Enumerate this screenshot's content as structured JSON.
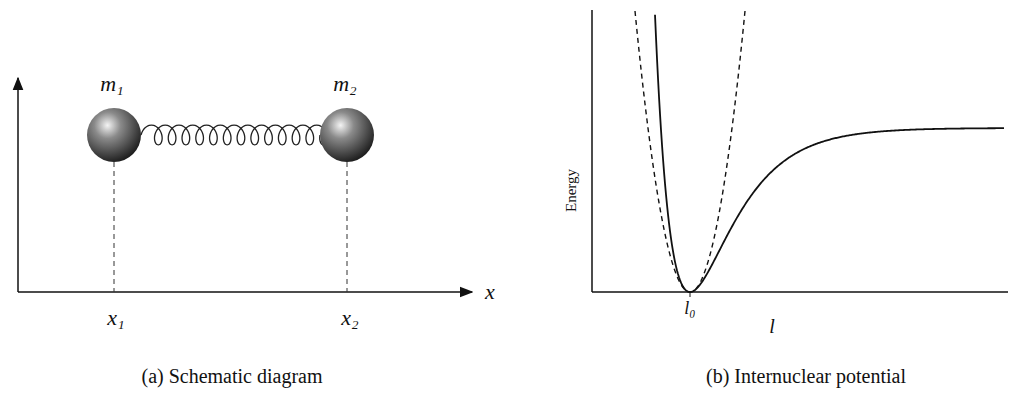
{
  "diagram": {
    "labels": [
      "m₁",
      "m₂",
      "x",
      "x₁",
      "x₂",
      "(a) Schematic diagram",
      "Energy",
      "l₀",
      "l",
      "(b) Internuclear potential"
    ]
  }
}
